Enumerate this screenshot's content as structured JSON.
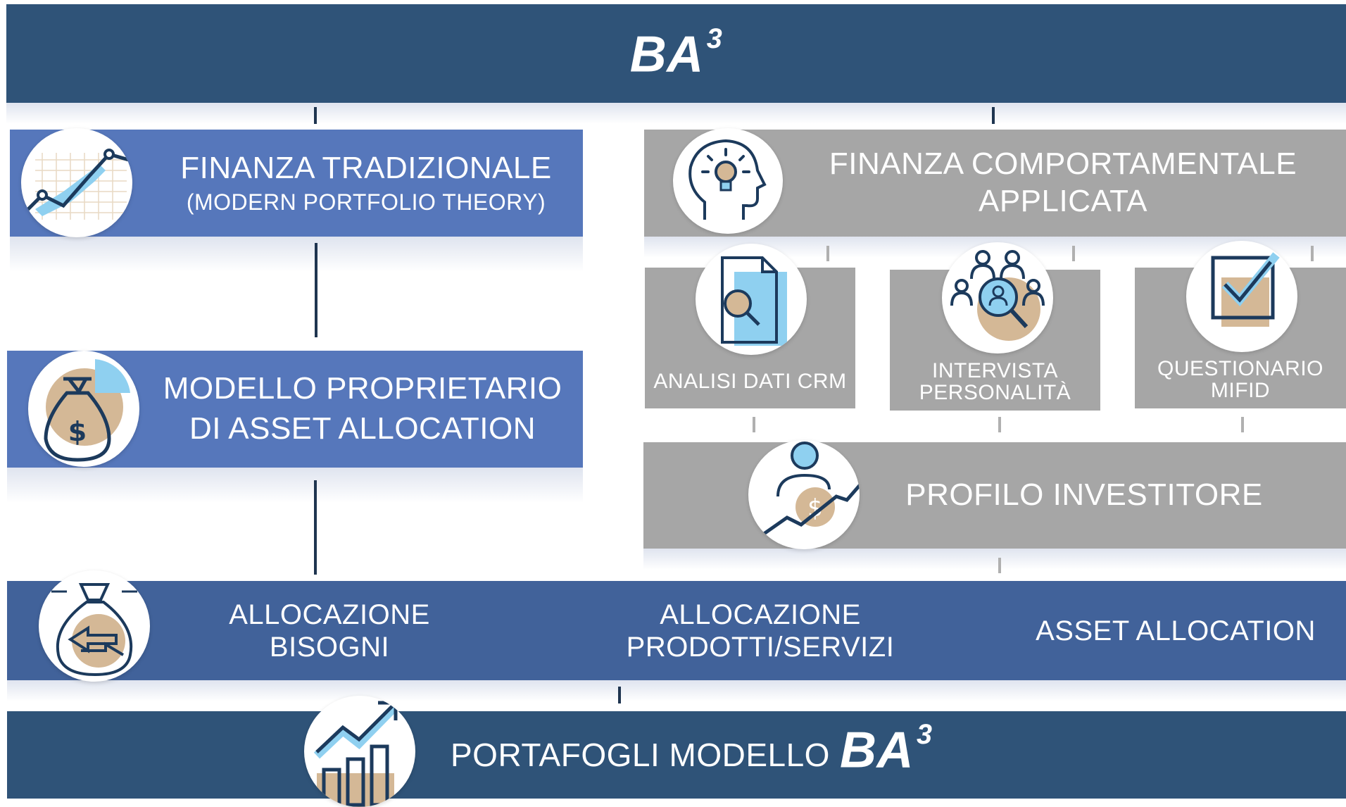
{
  "header": {
    "brand": "BA",
    "brand_sup": "3"
  },
  "left": {
    "trad_title": "FINANZA TRADIZIONALE",
    "trad_sub": "(MODERN PORTFOLIO THEORY)",
    "model_line1": "MODELLO PROPRIETARIO",
    "model_line2": "DI ASSET ALLOCATION"
  },
  "right": {
    "behav_line1": "FINANZA COMPORTAMENTALE",
    "behav_line2": "APPLICATA",
    "boxes": [
      {
        "line1": "ANALISI DATI CRM",
        "line2": ""
      },
      {
        "line1": "INTERVISTA",
        "line2": "PERSONALITÀ"
      },
      {
        "line1": "QUESTIONARIO",
        "line2": "MIFID"
      }
    ],
    "profile": "PROFILO INVESTITORE"
  },
  "band": {
    "items": [
      "ALLOCAZIONE BISOGNI",
      "ALLOCAZIONE PRODOTTI/SERVIZI",
      "ASSET ALLOCATION"
    ]
  },
  "footer": {
    "text": "PORTAFOGLI MODELLO",
    "brand": "BA",
    "brand_sup": "3"
  },
  "icons": [
    "growth-chart-icon",
    "head-lightbulb-icon",
    "document-search-icon",
    "people-search-icon",
    "checkbox-icon",
    "money-bag-icon",
    "investor-growth-icon",
    "swap-bag-icon",
    "bar-chart-growth-icon"
  ],
  "colors": {
    "dark_blue": "#2f5378",
    "mid_blue": "#5677bb",
    "band_blue": "#41629a",
    "gray": "#a6a6a6",
    "accent_tan": "#d4b896",
    "accent_light_blue": "#8fd0f0"
  }
}
